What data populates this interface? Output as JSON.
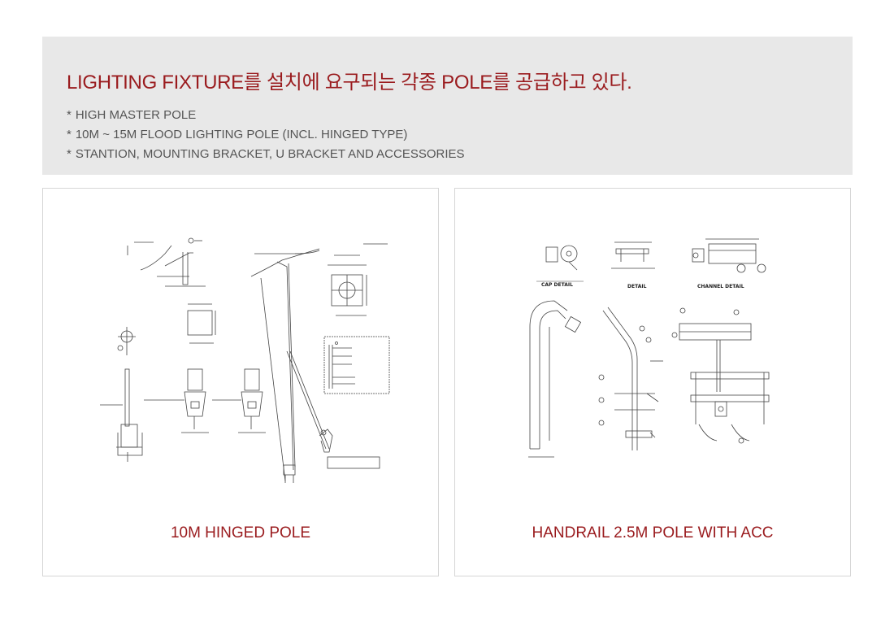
{
  "intro": {
    "title": "LIGHTING FIXTURE를 설치에 요구되는 각종 POLE를 공급하고 있다.",
    "items": [
      {
        "bullet": "*",
        "text": "HIGH MASTER POLE"
      },
      {
        "bullet": "*",
        "text": "10M ~ 15M FLOOD LIGHTING POLE (INCL. HINGED TYPE)"
      },
      {
        "bullet": "*",
        "text": "STANTION, MOUNTING BRACKET, U BRACKET AND ACCESSORIES"
      }
    ]
  },
  "cards": [
    {
      "caption": "10M HINGED POLE"
    },
    {
      "caption": "HANDRAIL 2.5M POLE WITH ACC",
      "labels": [
        "CAP DETAIL",
        "DETAIL",
        "CHANNEL DETAIL"
      ]
    }
  ]
}
